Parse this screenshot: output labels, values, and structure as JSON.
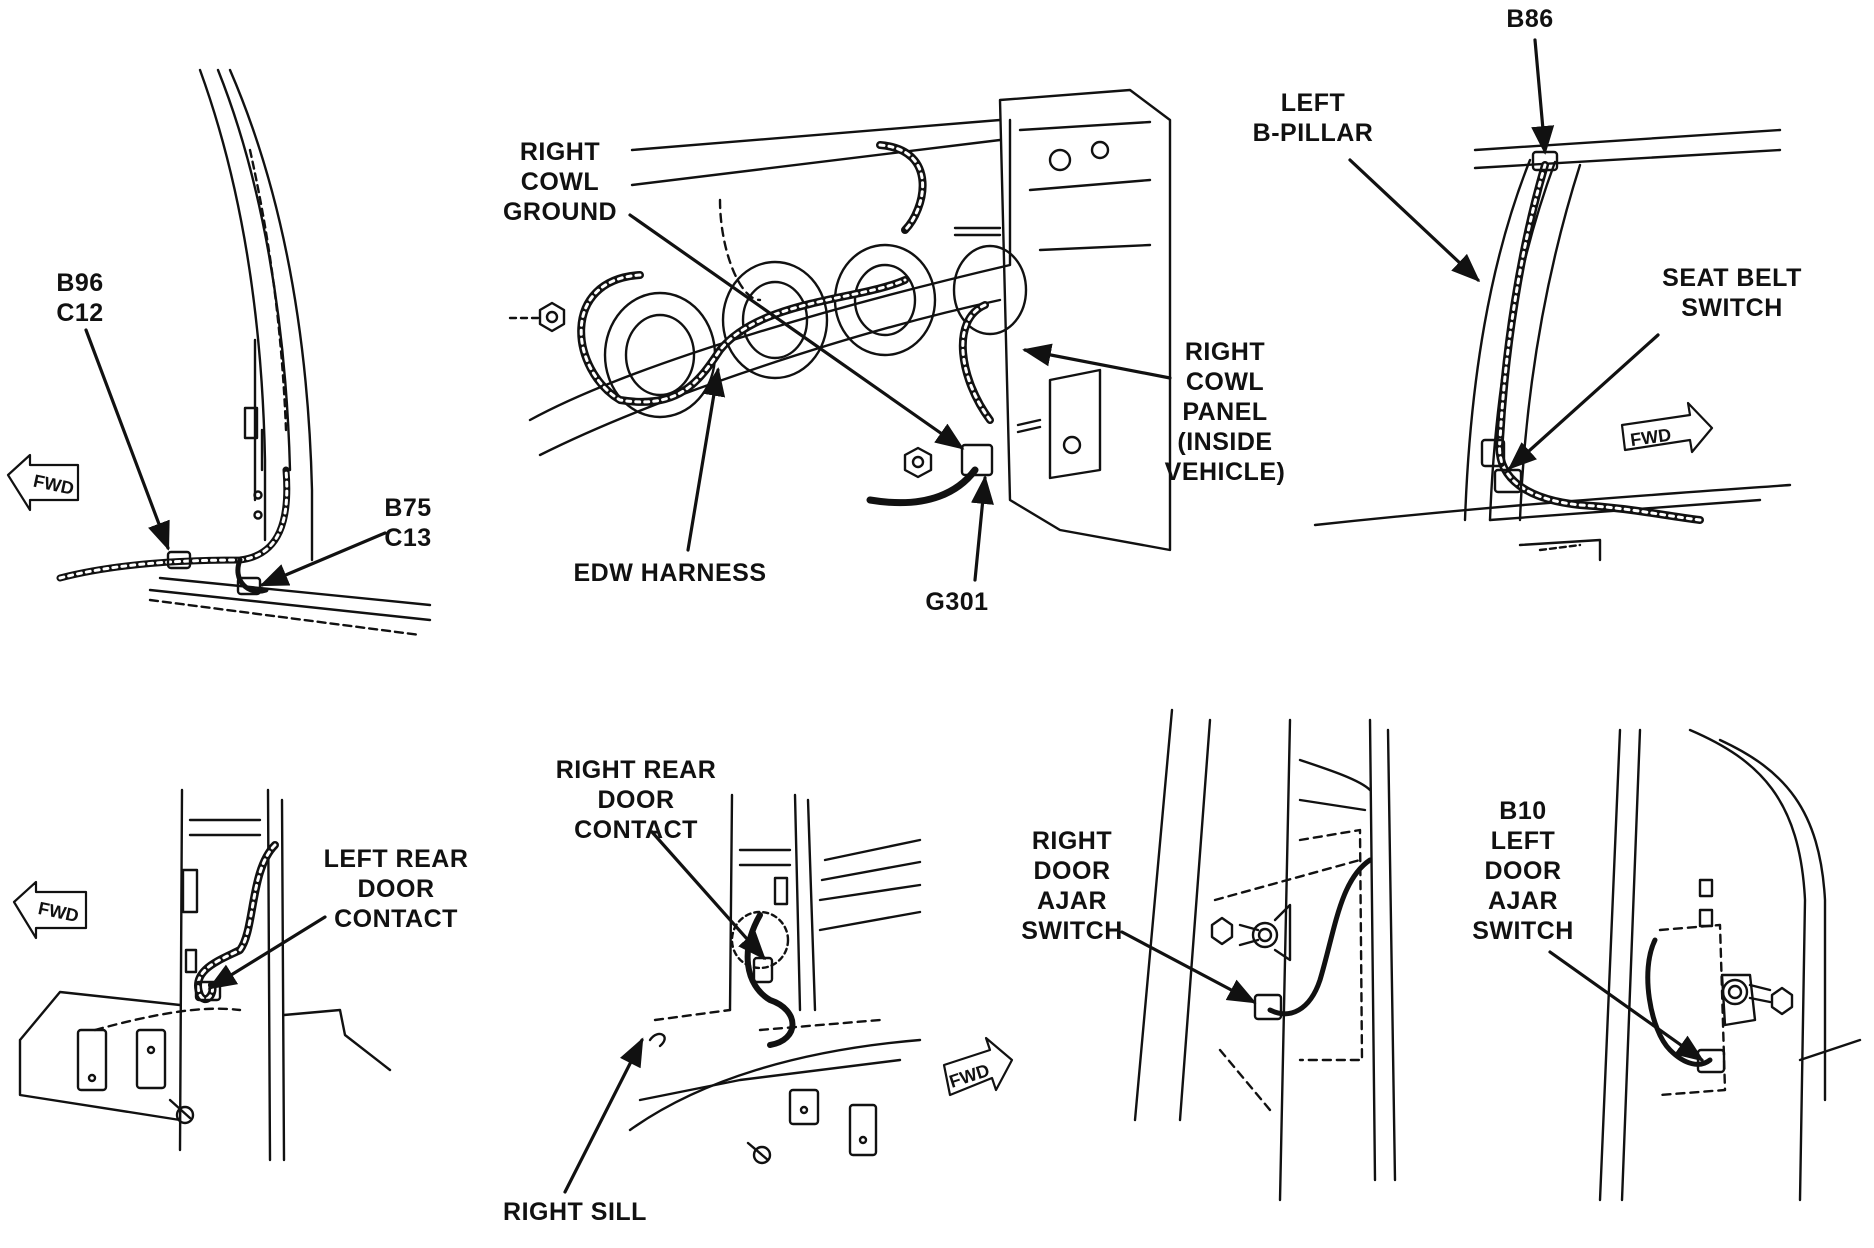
{
  "colors": {
    "ink": "#111111",
    "paper": "#ffffff"
  },
  "labels": {
    "b96_c12": "B96\nC12",
    "b75_c13": "B75\nC13",
    "right_cowl_ground": "RIGHT\nCOWL\nGROUND",
    "edw_harness": "EDW HARNESS",
    "g301": "G301",
    "right_cowl_panel": "RIGHT\nCOWL\nPANEL\n(INSIDE\nVEHICLE)",
    "b86": "B86",
    "left_b_pillar": "LEFT\nB-PILLAR",
    "seat_belt_switch": "SEAT BELT\nSWITCH",
    "left_rear_door_contact": "LEFT REAR\nDOOR\nCONTACT",
    "right_rear_door_contact": "RIGHT REAR\nDOOR\nCONTACT",
    "right_sill": "RIGHT SILL",
    "right_door_ajar_switch": "RIGHT\nDOOR\nAJAR\nSWITCH",
    "b10_left_door_ajar_switch": "B10\nLEFT\nDOOR\nAJAR\nSWITCH"
  },
  "fwd_tags": [
    "FWD",
    "FWD",
    "FWD",
    "FWD"
  ]
}
